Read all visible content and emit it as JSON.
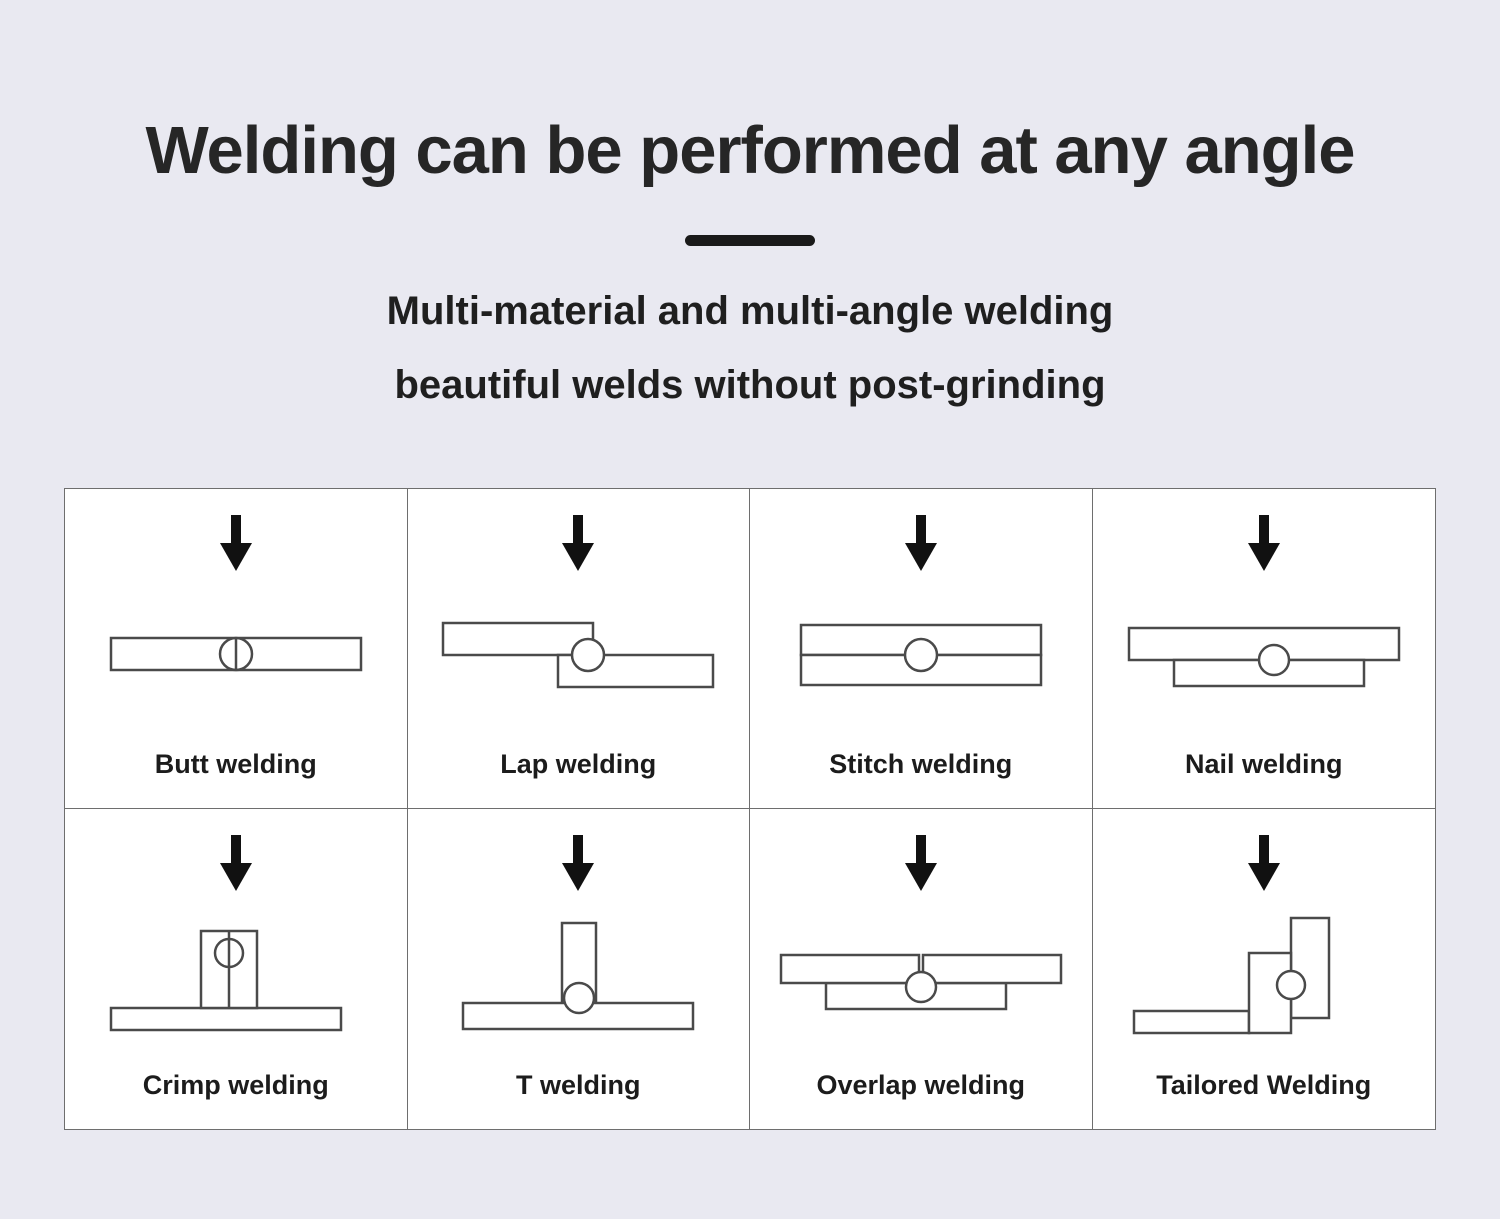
{
  "header": {
    "title": "Welding can be performed at any angle",
    "subtitle_line1": "Multi-material and multi-angle welding",
    "subtitle_line2": "beautiful welds without post-grinding"
  },
  "cells": [
    {
      "label": "Butt welding",
      "diagram": "butt-welding-diagram"
    },
    {
      "label": "Lap welding",
      "diagram": "lap-welding-diagram"
    },
    {
      "label": "Stitch welding",
      "diagram": "stitch-welding-diagram"
    },
    {
      "label": "Nail welding",
      "diagram": "nail-welding-diagram"
    },
    {
      "label": "Crimp welding",
      "diagram": "crimp-welding-diagram"
    },
    {
      "label": "T welding",
      "diagram": "t-welding-diagram"
    },
    {
      "label": "Overlap welding",
      "diagram": "overlap-welding-diagram"
    },
    {
      "label": "Tailored Welding",
      "diagram": "tailored-welding-diagram"
    }
  ],
  "colors": {
    "background": "#e9e9f1",
    "heading_text": "#262626",
    "panel_background": "#ffffff",
    "border": "#6e6e6e",
    "diagram_stroke": "#4a4a4a",
    "arrow": "#111111"
  }
}
